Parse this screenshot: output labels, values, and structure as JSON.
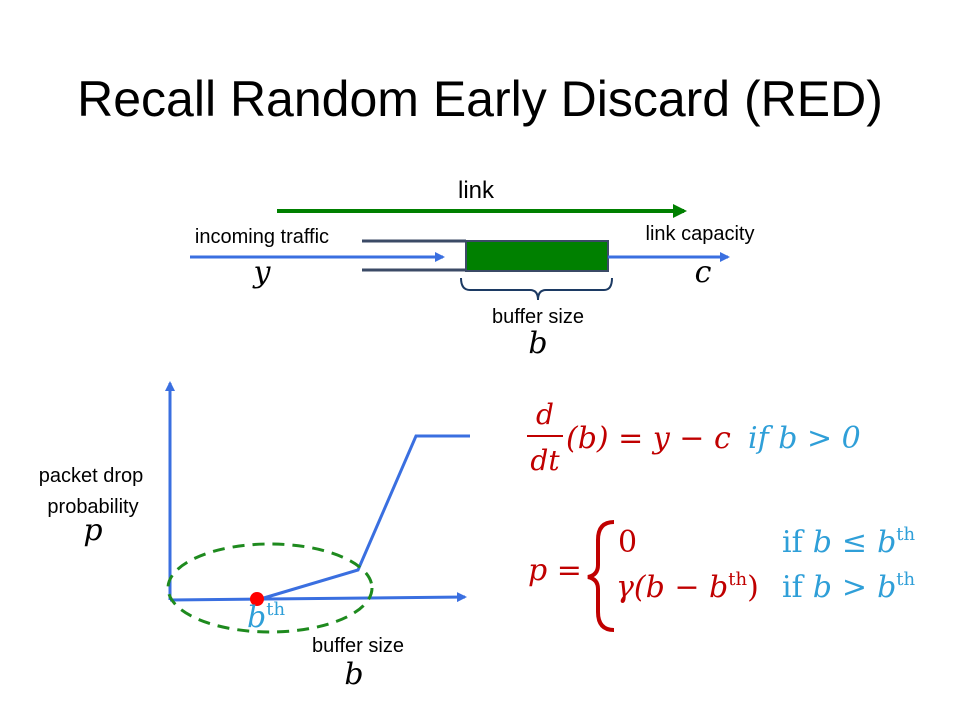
{
  "slide": {
    "title": "Recall Random Early Discard (RED)"
  },
  "link_diagram": {
    "link_label": "link",
    "incoming_label": "incoming traffic",
    "incoming_var": "y",
    "capacity_label": "link capacity",
    "capacity_var": "c",
    "buffer_label": "buffer size",
    "buffer_var": "b"
  },
  "plot": {
    "y_label_line1": "packet drop",
    "y_label_line2": "probability",
    "y_var": "p",
    "threshold_var": "b",
    "threshold_sup": "th",
    "x_label": "buffer size",
    "x_var": "b"
  },
  "eq1": {
    "frac_num": "d",
    "frac_den": "dt",
    "lhs_rest": "(b) = y − c",
    "condition": "if b > 0"
  },
  "eq2": {
    "lhs": "p =",
    "case1_value": "0",
    "case1_cond_if": "if",
    "case1_cond_b": "b",
    "case1_cond_op": "≤",
    "case2_value_pre": "γ(b − b",
    "case2_value_post": ")",
    "case2_cond_if": "if",
    "case2_cond_b": "b",
    "case2_cond_op": ">",
    "sup": "th"
  },
  "colors": {
    "title": "#000000",
    "link_green": "#008000",
    "arrow_blue": "#3a6fe0",
    "equation_red": "#c00000",
    "condition_blue": "#2f9fd8",
    "marker_red": "#ff0000",
    "ellipse_green": "#1e8a1e"
  }
}
